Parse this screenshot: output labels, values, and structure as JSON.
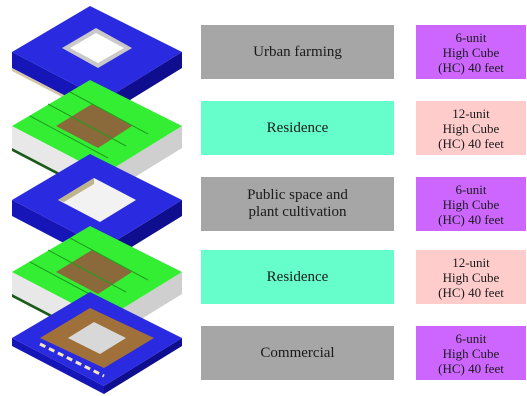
{
  "colors": {
    "function_gray": "#a6a6a6",
    "function_mint": "#66ffcc",
    "unit_violet": "#cc66ff",
    "unit_pink": "#ffcccc",
    "container_blue": "#2424d8",
    "roof_green": "#33ee33"
  },
  "levels": [
    {
      "function": "Urban farming",
      "function_color": "function_gray",
      "unit_label": "6-unit\nHigh Cube\n(HC) 40 feet",
      "unit_color": "unit_violet"
    },
    {
      "function": "Residence",
      "function_color": "function_mint",
      "unit_label": "12-unit\nHigh Cube\n(HC) 40 feet",
      "unit_color": "unit_pink"
    },
    {
      "function": "Public space and\nplant cultivation",
      "function_color": "function_gray",
      "unit_label": "6-unit\nHigh Cube\n(HC) 40 feet",
      "unit_color": "unit_violet"
    },
    {
      "function": "Residence",
      "function_color": "function_mint",
      "unit_label": "12-unit\nHigh Cube\n(HC) 40 feet",
      "unit_color": "unit_pink"
    },
    {
      "function": "Commercial",
      "function_color": "function_gray",
      "unit_label": "6-unit\nHigh Cube\n(HC) 40 feet",
      "unit_color": "unit_violet"
    }
  ]
}
